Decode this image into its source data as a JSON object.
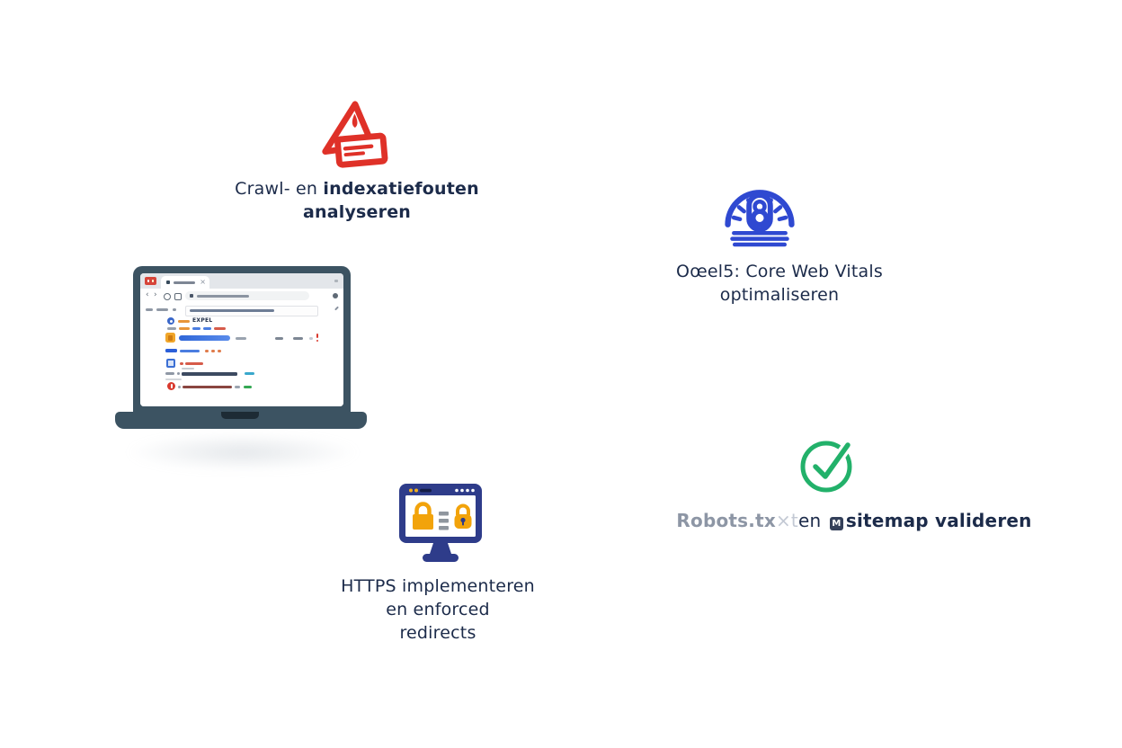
{
  "colors": {
    "navy_text": "#1c2b4a",
    "red": "#df3128",
    "blue": "#2f49d1",
    "green": "#22b16a",
    "orange": "#f2a30b",
    "monitor_navy": "#2e3c8a",
    "laptop_slate": "#3c5362",
    "robots_gray": "#8d96a5",
    "robots_faint": "#c3c9d4"
  },
  "features": {
    "crawl": {
      "icon": "warning-triangle-icon",
      "line1_regular": "Crawl- en ",
      "line1_bold": "indexatiefouten",
      "line2_bold": "analyseren"
    },
    "vitals": {
      "icon": "speedometer-icon",
      "line1": "Oœel5: Core Web Vitals",
      "line2": "optimaliseren"
    },
    "https": {
      "icon": "secure-monitor-icon",
      "line1": "HTTPS implementeren",
      "line2": "en enforced",
      "line3": "redirects"
    },
    "robots": {
      "icon": "check-circle-icon",
      "prefix": "Robots.tx",
      "faint": "×t",
      "mid": "en",
      "m_badge": "M",
      "bold": "sitemap valideren"
    }
  },
  "laptop": {
    "browser": {
      "row1_label": "EXPEL",
      "tab_close_glyph": "×",
      "nav_back_glyph": "‹",
      "nav_forward_glyph": "›"
    }
  }
}
